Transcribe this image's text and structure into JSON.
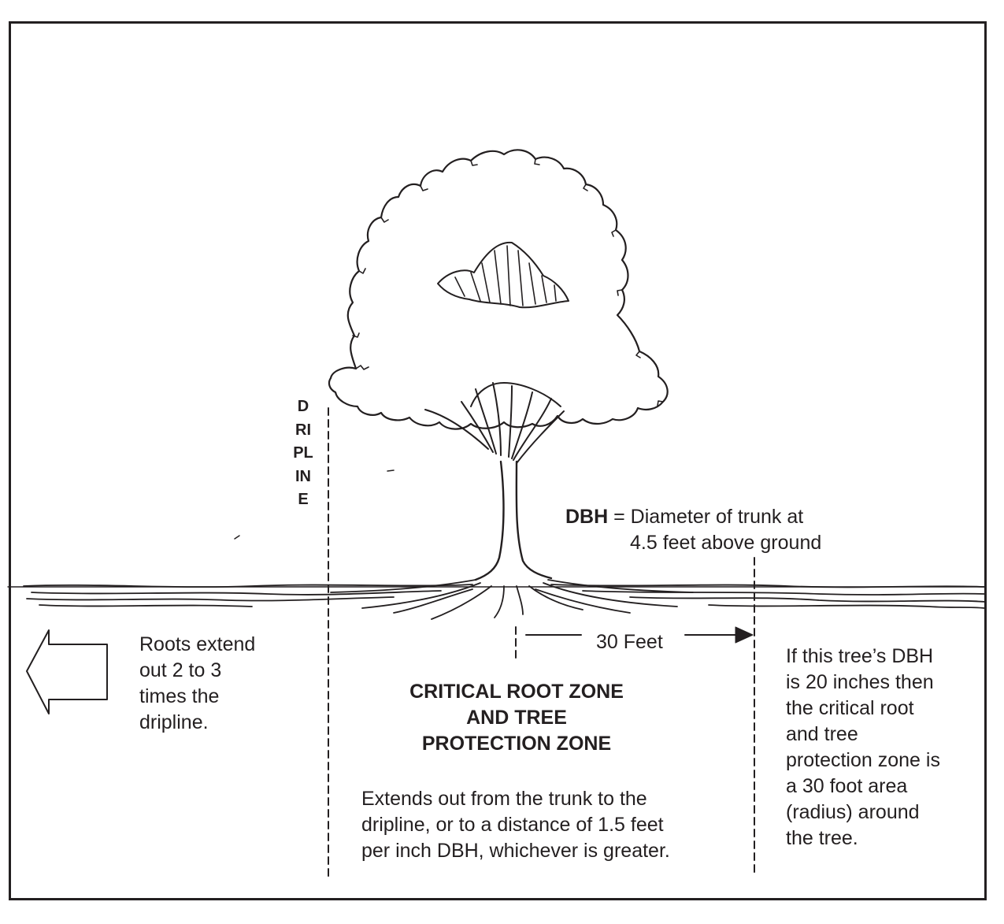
{
  "labels": {
    "dripline": "DRIPLINE",
    "dbh_abbr": "DBH",
    "dbh_definition": " = Diameter of trunk at",
    "dbh_definition_line2": "4.5 feet above ground",
    "distance": "30 Feet",
    "roots_note": "Roots extend\nout 2 to 3\ntimes the\ndripline.",
    "zone_title": "CRITICAL ROOT ZONE\nAND TREE\nPROTECTION ZONE",
    "zone_description": "Extends out from the trunk to the\ndripline, or to a distance of 1.5 feet\nper inch DBH, whichever is greater.",
    "example_note": "If this tree’s DBH\nis 20 inches then\nthe critical root\nand tree\nprotection zone is\na 30 foot area\n(radius) around\nthe tree."
  },
  "colors": {
    "ink": "#231f20",
    "background": "#ffffff"
  },
  "icons": {
    "tree": "tree-illustration",
    "ground": "ground-roots-illustration",
    "left_arrow": "left-arrow-icon",
    "right_arrow": "right-arrow-icon"
  }
}
